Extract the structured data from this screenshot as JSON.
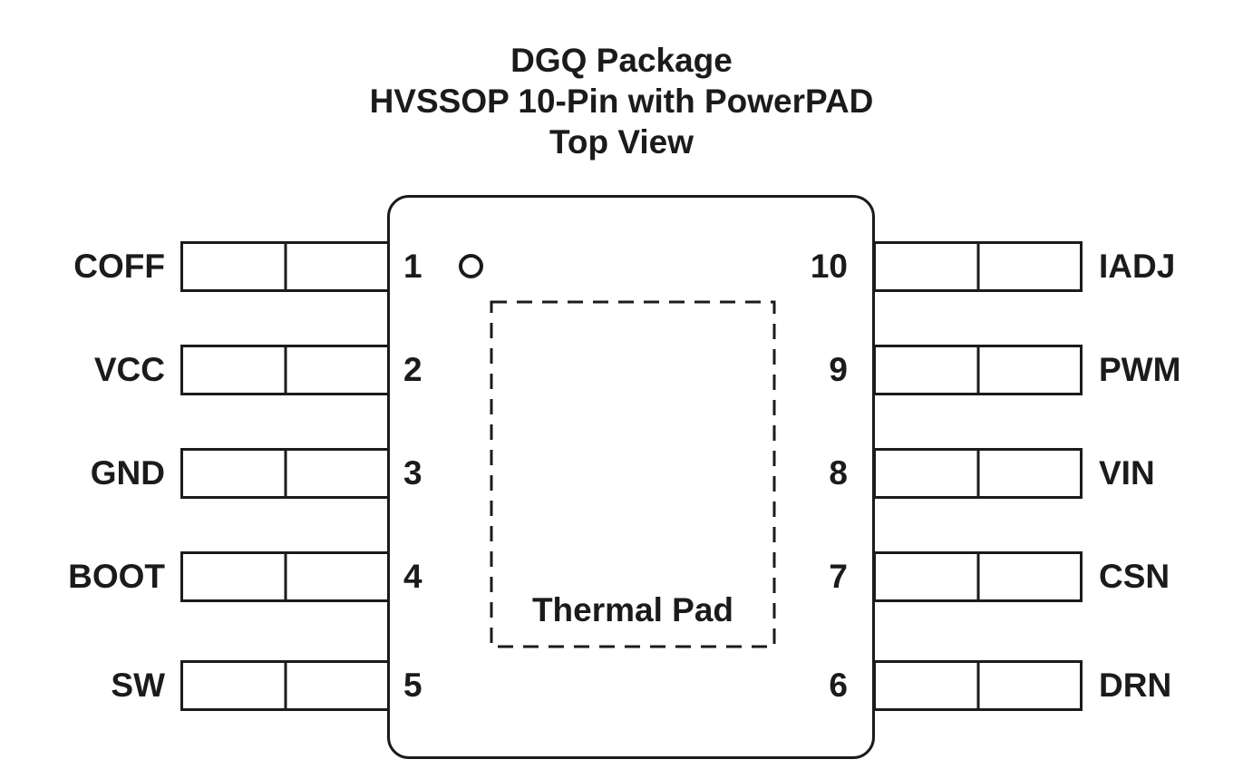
{
  "title": {
    "line1": "DGQ Package",
    "line2": "HVSSOP 10-Pin with PowerPAD",
    "line3": "Top View"
  },
  "package": {
    "thermal_pad_label": "Thermal Pad"
  },
  "pins": {
    "left": [
      {
        "number": "1",
        "name": "COFF"
      },
      {
        "number": "2",
        "name": "VCC"
      },
      {
        "number": "3",
        "name": "GND"
      },
      {
        "number": "4",
        "name": "BOOT"
      },
      {
        "number": "5",
        "name": "SW"
      }
    ],
    "right": [
      {
        "number": "10",
        "name": "IADJ"
      },
      {
        "number": "9",
        "name": "PWM"
      },
      {
        "number": "8",
        "name": "VIN"
      },
      {
        "number": "7",
        "name": "CSN"
      },
      {
        "number": "6",
        "name": "DRN"
      }
    ]
  },
  "colors": {
    "line": "#1b1b1b",
    "background": "#ffffff",
    "text": "#1b1b1b"
  }
}
